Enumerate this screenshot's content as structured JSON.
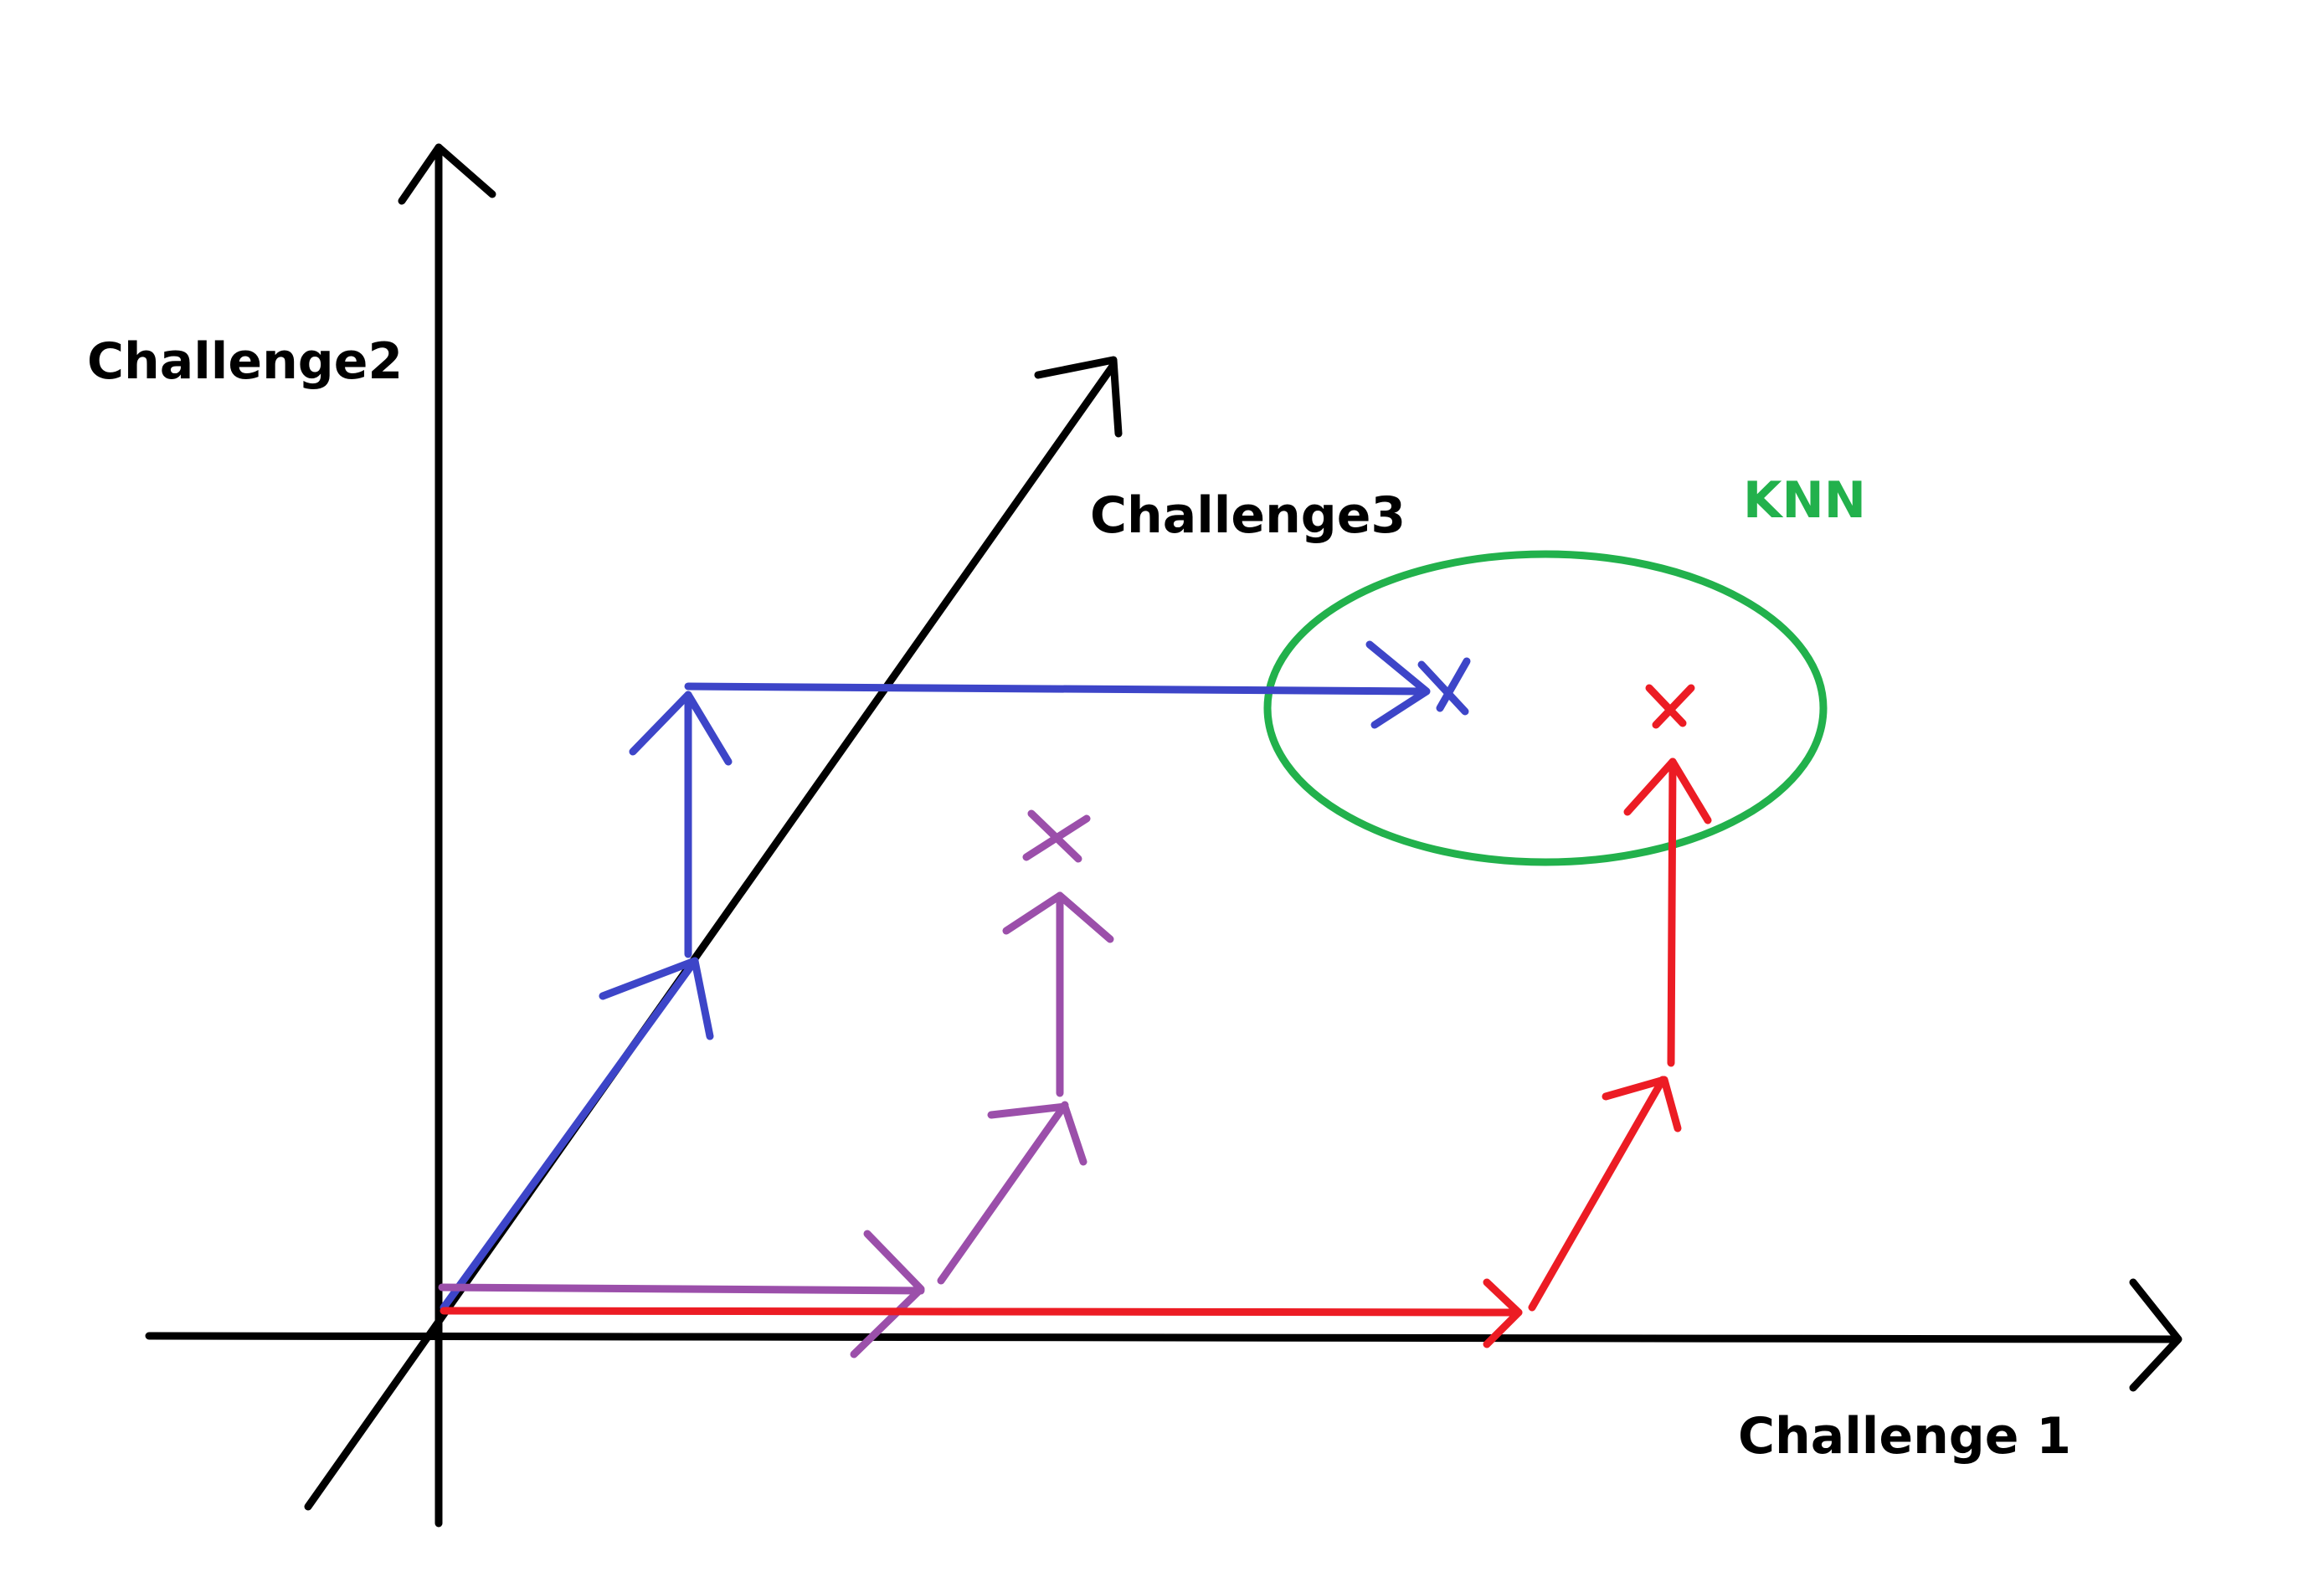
{
  "labels": {
    "challenge1": "Challenge 1",
    "challenge2": "Challenge2",
    "challenge3": "Challenge3",
    "knn": "KNN"
  },
  "colors": {
    "axes": "#000000",
    "blue": "#3d45c8",
    "purple": "#9b4faa",
    "red": "#ec1c24",
    "knn": "#22b14c"
  }
}
